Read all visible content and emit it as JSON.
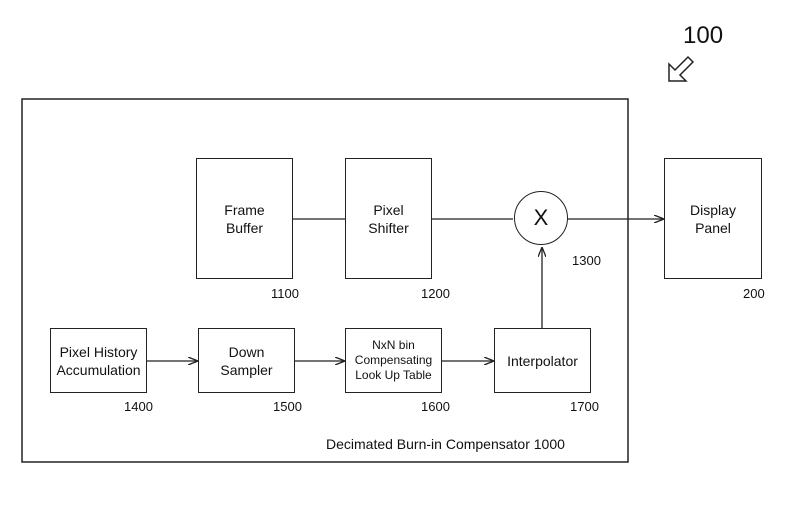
{
  "figure_number": "100",
  "outer": {
    "label": "Decimated Burn-in Compensator 1000"
  },
  "blocks": {
    "frame_buffer": {
      "label": "Frame\nBuffer",
      "ref": "1100"
    },
    "pixel_shifter": {
      "label": "Pixel\nShifter",
      "ref": "1200"
    },
    "multiplier": {
      "label": "X",
      "ref": "1300"
    },
    "display_panel": {
      "label": "Display\nPanel",
      "ref": "200"
    },
    "pixel_history": {
      "label": "Pixel History\nAccumulation",
      "ref": "1400"
    },
    "down_sampler": {
      "label": "Down\nSampler",
      "ref": "1500"
    },
    "lut": {
      "label": "NxN bin\nCompensating\nLook Up Table",
      "ref": "1600"
    },
    "interpolator": {
      "label": "Interpolator",
      "ref": "1700"
    }
  }
}
